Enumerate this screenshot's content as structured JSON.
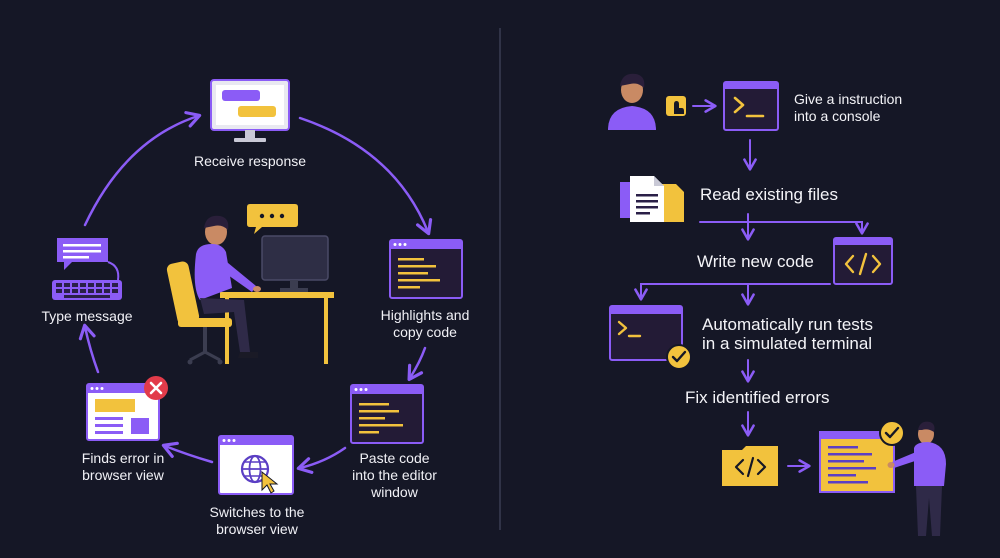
{
  "colors": {
    "background": "#151726",
    "purple": "#8b5cf6",
    "yellow": "#f2c23d",
    "dark_panel": "#231b36",
    "divider": "#3a3d52",
    "text": "#f1f1f6"
  },
  "left_cycle": {
    "steps": [
      {
        "id": "receive",
        "label": "Receive response",
        "icon": "monitor-chat-icon"
      },
      {
        "id": "highlight",
        "label": "Highlights and\ncopy code",
        "icon": "code-window-icon"
      },
      {
        "id": "paste",
        "label": "Paste code\ninto the editor\nwindow",
        "icon": "editor-window-icon"
      },
      {
        "id": "switch",
        "label": "Switches to the\nbrowser view",
        "icon": "globe-browser-icon"
      },
      {
        "id": "finds",
        "label": "Finds error in\nbrowser view",
        "icon": "browser-error-icon"
      },
      {
        "id": "type",
        "label": "Type message",
        "icon": "keyboard-chat-icon"
      }
    ],
    "center_icon": "person-at-desk-icon"
  },
  "right_flow": {
    "steps": [
      {
        "id": "instruction",
        "label": "Give a instruction\ninto a console",
        "icon": "console-icon"
      },
      {
        "id": "read",
        "label": "Read existing files",
        "icon": "files-icon"
      },
      {
        "id": "write",
        "label": "Write new code",
        "icon": "code-brackets-icon"
      },
      {
        "id": "tests",
        "label": "Automatically run tests\nin a simulated terminal",
        "icon": "terminal-check-icon"
      },
      {
        "id": "fix",
        "label": "Fix identified errors",
        "icon": "folder-code-icon"
      }
    ],
    "start_icon": "person-icon",
    "end_icon": "person-pointing-icon"
  }
}
